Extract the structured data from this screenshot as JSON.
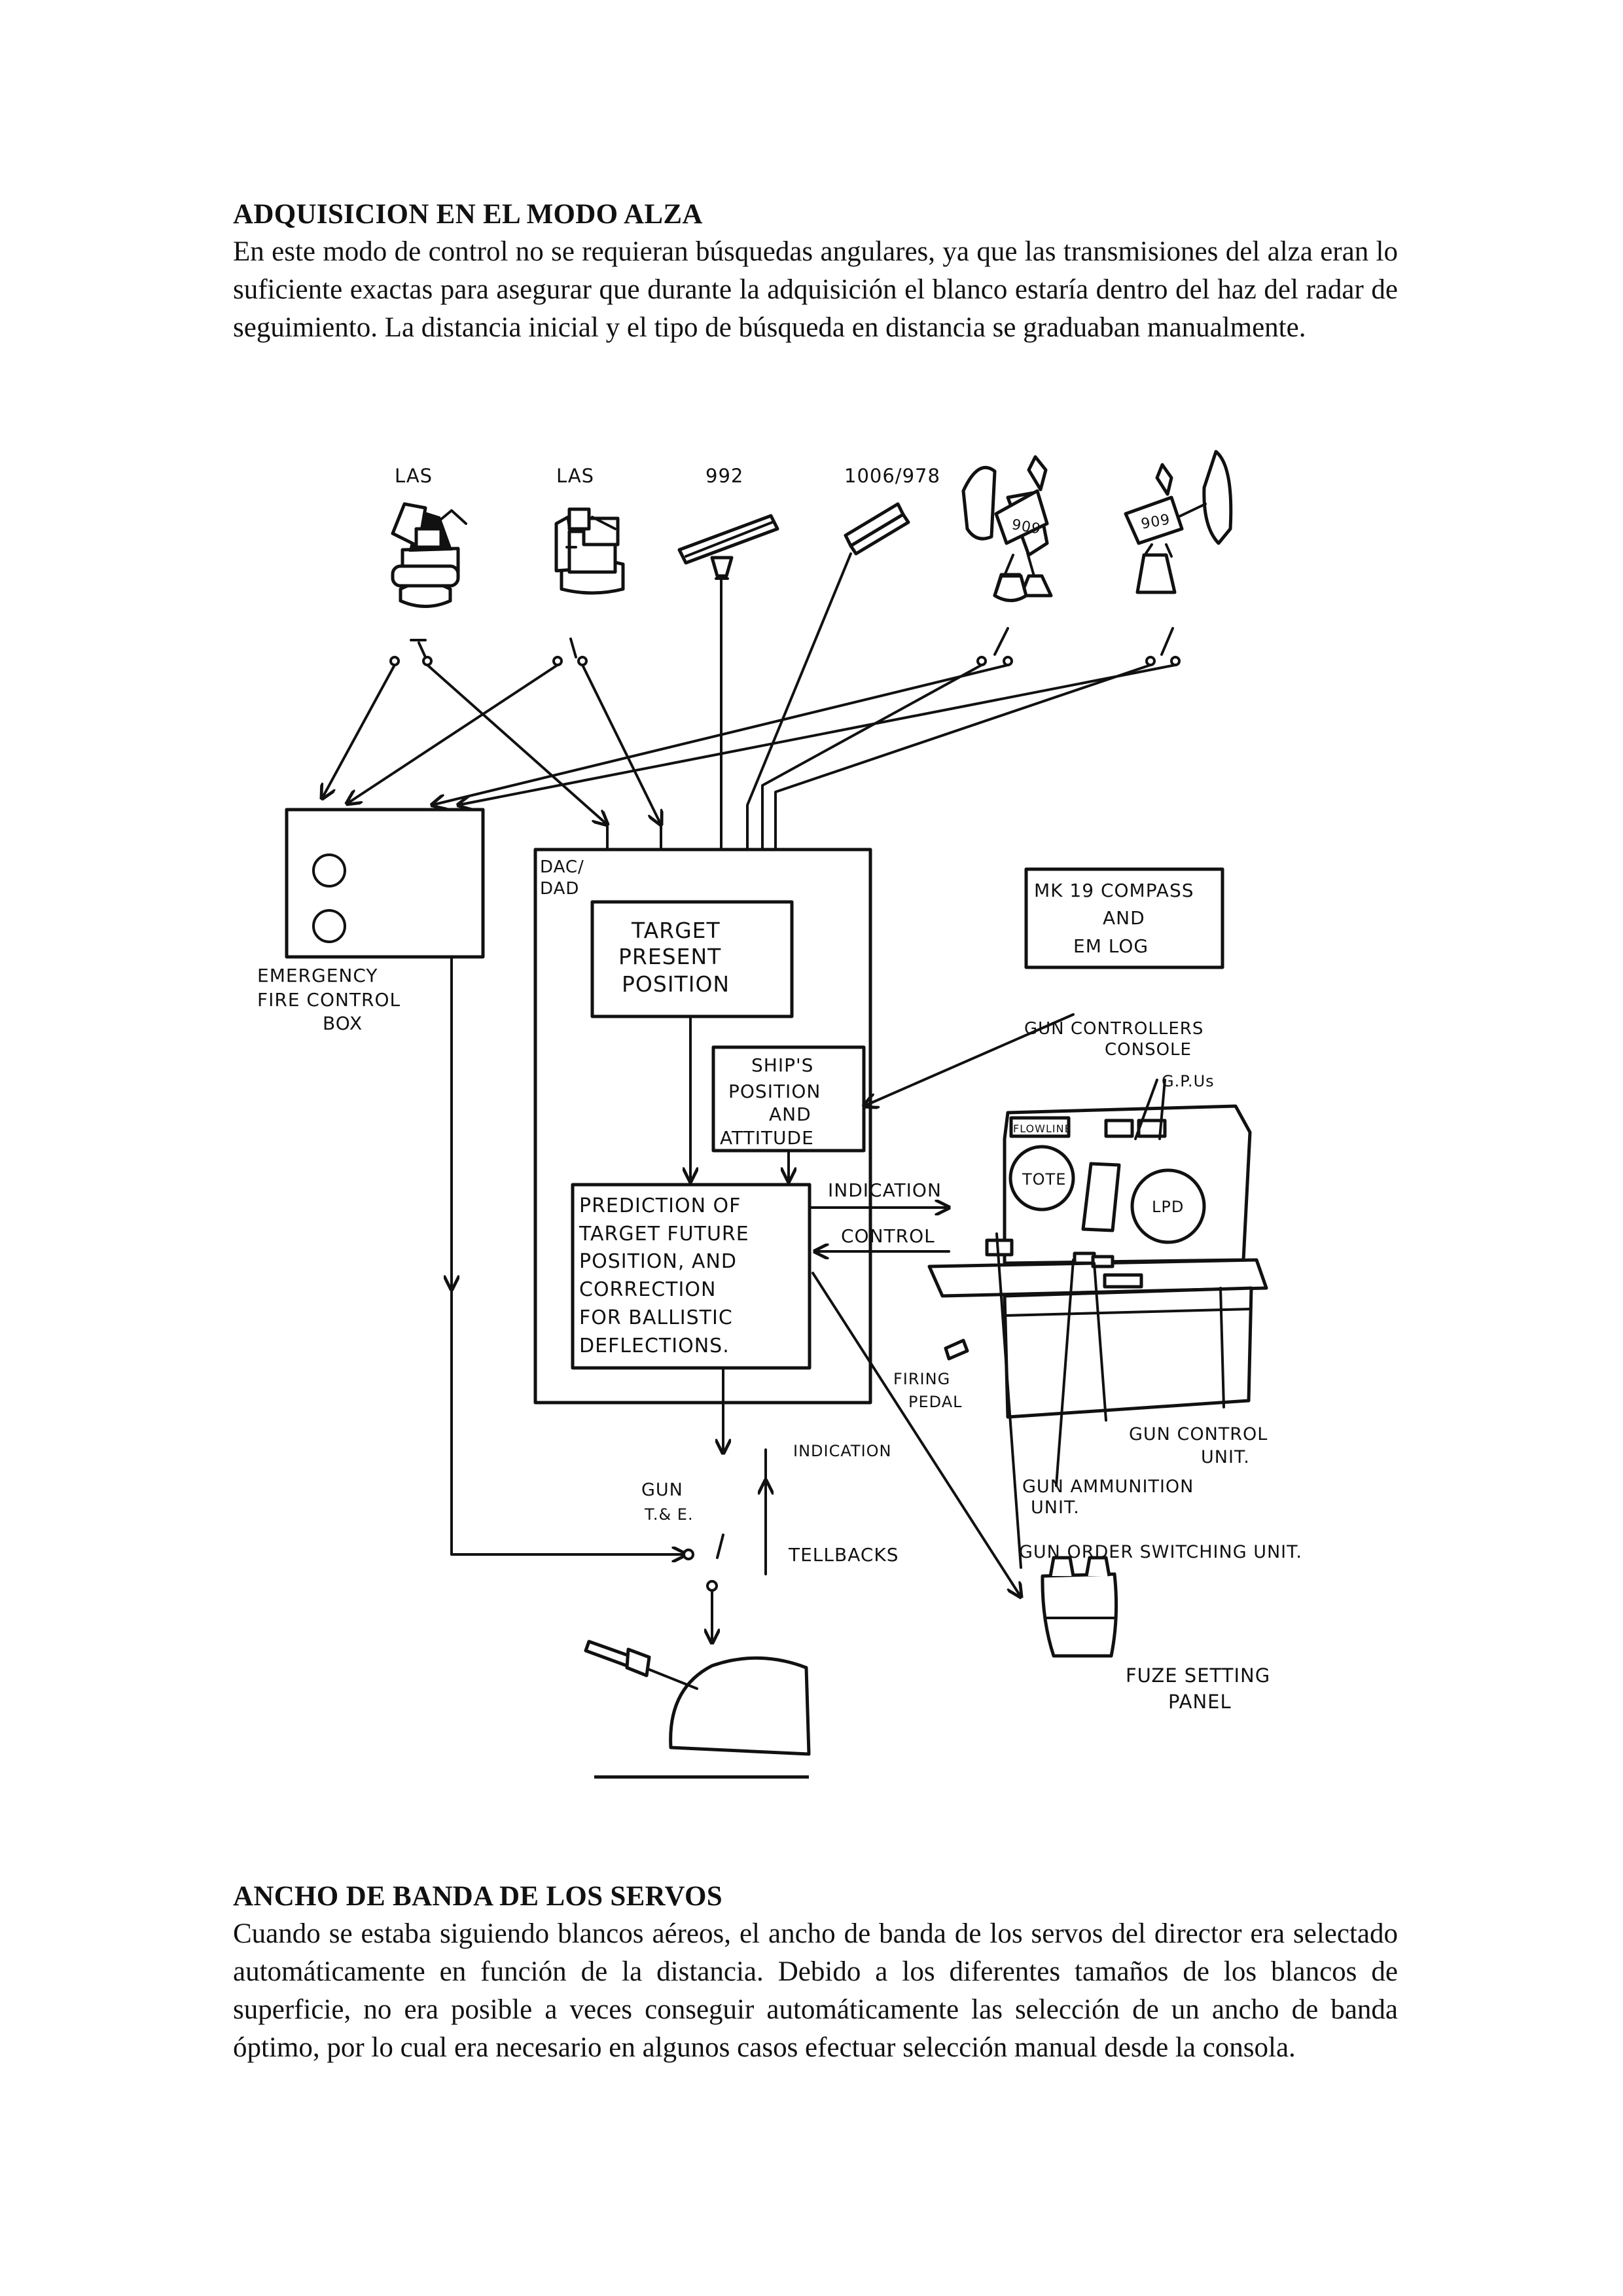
{
  "sections": [
    {
      "title": "ADQUISICION EN EL MODO ALZA",
      "body": "En este modo de control no se requieran búsquedas angulares, ya que las transmisiones del alza eran lo suficiente exactas para asegurar que durante la adquisición el blanco estaría dentro del haz del radar de seguimiento. La distancia inicial y el tipo de búsqueda en distancia se graduaban manualmente."
    },
    {
      "title": "ANCHO DE BANDA DE LOS SERVOS",
      "body": "Cuando se estaba siguiendo blancos aéreos, el ancho de banda de los servos del director era selectado automáticamente en función de la distancia. Debido a los diferentes tamaños de los blancos de superficie, no era posible a veces conseguir automáticamente las selección de un ancho de banda óptimo, por lo cual era necesario en algunos casos efectuar selección manual desde la consola."
    }
  ],
  "diagram": {
    "sensors": [
      "LAS",
      "LAS",
      "992",
      "1006/978",
      "909",
      "909"
    ],
    "emergency_box": [
      "EMERGENCY",
      "FIRE CONTROL",
      "BOX"
    ],
    "dac_dad": [
      "DAC/",
      "DAD"
    ],
    "target_present": [
      "TARGET",
      "PRESENT",
      "POSITION"
    ],
    "ships_position": [
      "SHIP'S",
      "POSITION",
      "AND",
      "ATTITUDE"
    ],
    "prediction": [
      "PREDICTION OF",
      "TARGET FUTURE",
      "POSITION, AND",
      "CORRECTION",
      "FOR BALLISTIC",
      "DEFLECTIONS."
    ],
    "compass": [
      "MK 19 COMPASS",
      "AND",
      "EM LOG"
    ],
    "console": [
      "GUN CONTROLLERS",
      "CONSOLE",
      "G.P.Us",
      "FLOWLINE",
      "TOTE",
      "LPD"
    ],
    "arrows": {
      "indication_1": "INDICATION",
      "control": "CONTROL",
      "indication_2": "INDICATION"
    },
    "firing_pedal": [
      "FIRING",
      "PEDAL"
    ],
    "gun_control_unit": [
      "GUN CONTROL",
      "UNIT."
    ],
    "gun_ammunition_unit": [
      "GUN AMMUNITION",
      "UNIT."
    ],
    "gun_order_switching_unit": "GUN ORDER SWITCHING UNIT.",
    "gun_te": [
      "GUN",
      "T.& E."
    ],
    "tellbacks": "TELLBACKS",
    "fuze_panel": [
      "FUZE SETTING",
      "PANEL"
    ]
  }
}
